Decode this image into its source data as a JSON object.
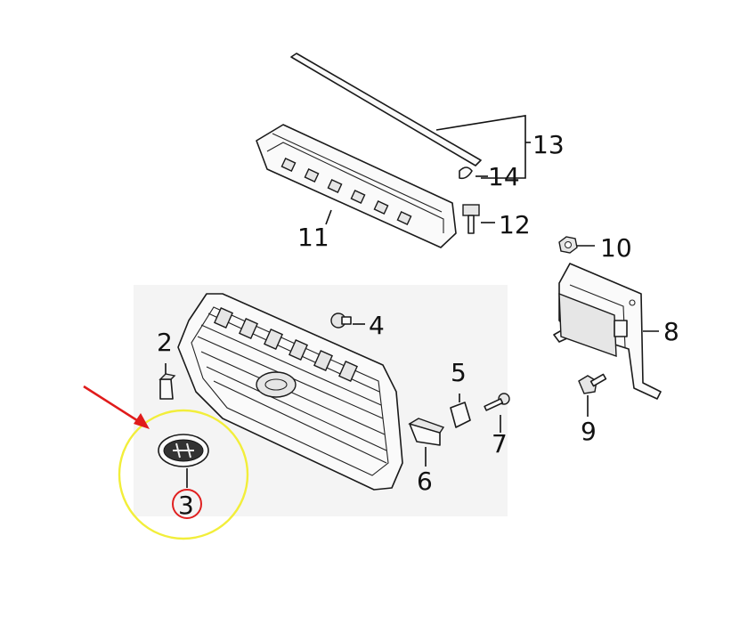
{
  "callouts": [
    {
      "id": "1",
      "label": "2"
    },
    {
      "id": "2",
      "label": "3"
    },
    {
      "id": "3",
      "label": "4"
    },
    {
      "id": "4",
      "label": "5"
    },
    {
      "id": "5",
      "label": "6"
    },
    {
      "id": "6",
      "label": "7"
    },
    {
      "id": "7",
      "label": "8"
    },
    {
      "id": "8",
      "label": "9"
    },
    {
      "id": "9",
      "label": "10"
    },
    {
      "id": "10",
      "label": "11"
    },
    {
      "id": "11",
      "label": "12"
    },
    {
      "id": "12",
      "label": "13"
    },
    {
      "id": "13",
      "label": "14"
    }
  ],
  "highlight": {
    "part_label": "3",
    "circle_color": "#f2ee3a",
    "label_ring_color": "#e02020",
    "arrow_color": "#e01b1b"
  }
}
